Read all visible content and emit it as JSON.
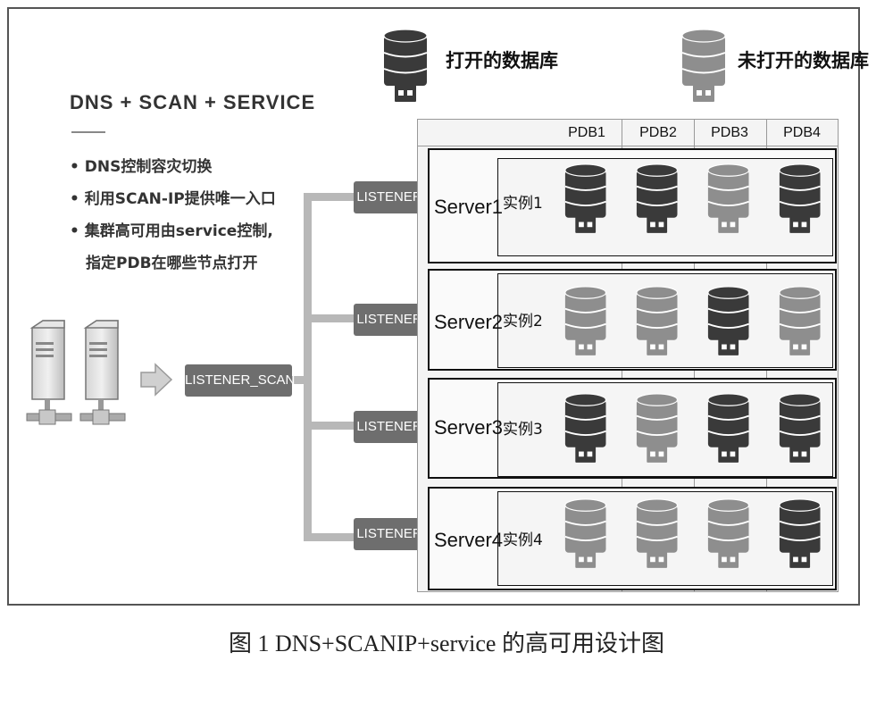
{
  "legend": {
    "open_label": "打开的数据库",
    "closed_label": "未打开的数据库",
    "open_color": "#3a3a3a",
    "closed_color": "#8e8e8e"
  },
  "title": "DNS + SCAN + SERVICE",
  "bullets": [
    "• DNS控制容灾切换",
    "• 利用SCAN-IP提供唯一入口",
    "• 集群高可用由service控制,",
    "指定PDB在哪些节点打开"
  ],
  "scan_listener": "LISTENER_SCAN",
  "pdb_headers": [
    "PDB1",
    "PDB2",
    "PDB3",
    "PDB4"
  ],
  "servers": [
    {
      "name": "Server1",
      "instance": "实例1",
      "listener": "LISTENER",
      "pdbs_open": [
        true,
        true,
        false,
        true
      ]
    },
    {
      "name": "Server2",
      "instance": "实例2",
      "listener": "LISTENER",
      "pdbs_open": [
        false,
        false,
        true,
        false
      ]
    },
    {
      "name": "Server3",
      "instance": "实例3",
      "listener": "LISTENER",
      "pdbs_open": [
        true,
        false,
        true,
        true
      ]
    },
    {
      "name": "Server4",
      "instance": "实例4",
      "listener": "LISTENER",
      "pdbs_open": [
        false,
        false,
        false,
        true
      ]
    }
  ],
  "caption": "图 1  DNS+SCANIP+service 的高可用设计图"
}
